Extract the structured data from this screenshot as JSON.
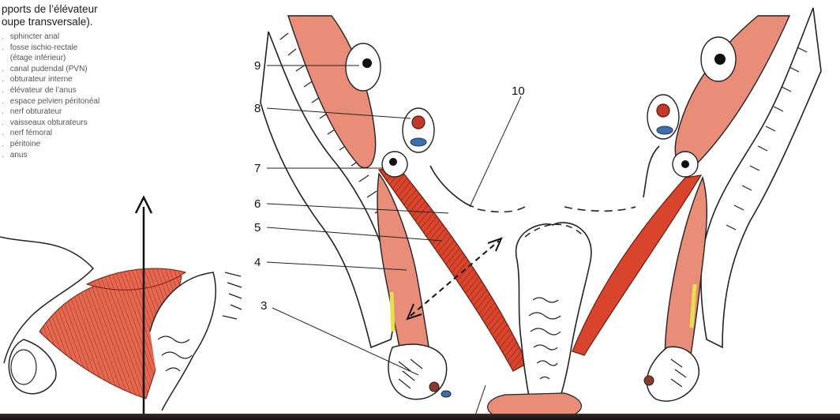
{
  "legend": {
    "title_line1": "pports de l’élévateur",
    "title_line2": "oupe transversale).",
    "items": [
      {
        "num": ".",
        "text": "sphincter anal"
      },
      {
        "num": ".",
        "text": "fosse ischio-rectale"
      },
      {
        "num": "",
        "text": "(étage inférieur)"
      },
      {
        "num": ".",
        "text": "canal pudendal (PVN)"
      },
      {
        "num": ".",
        "text": "obturateur interne"
      },
      {
        "num": ".",
        "text": "élévateur de l’anus"
      },
      {
        "num": ".",
        "text": "espace pelvien péritonéal"
      },
      {
        "num": ".",
        "text": "nerf obturateur"
      },
      {
        "num": ".",
        "text": "vaisseaux obturateurs"
      },
      {
        "num": ".",
        "text": "nerf fémoral"
      },
      {
        "num": ".",
        "text": "péritoine"
      },
      {
        "num": ".",
        "text": "anus"
      }
    ]
  },
  "labels": [
    "9",
    "8",
    "7",
    "6",
    "5",
    "4",
    "3",
    "10"
  ],
  "colors": {
    "muscle_pink": "#e98d78",
    "muscle_red": "#d9452c",
    "bone_outline": "#222222",
    "nerve_yellow": "#e6e04a",
    "vessel_blue": "#3f6fa8",
    "vessel_red": "#c43a2a"
  }
}
